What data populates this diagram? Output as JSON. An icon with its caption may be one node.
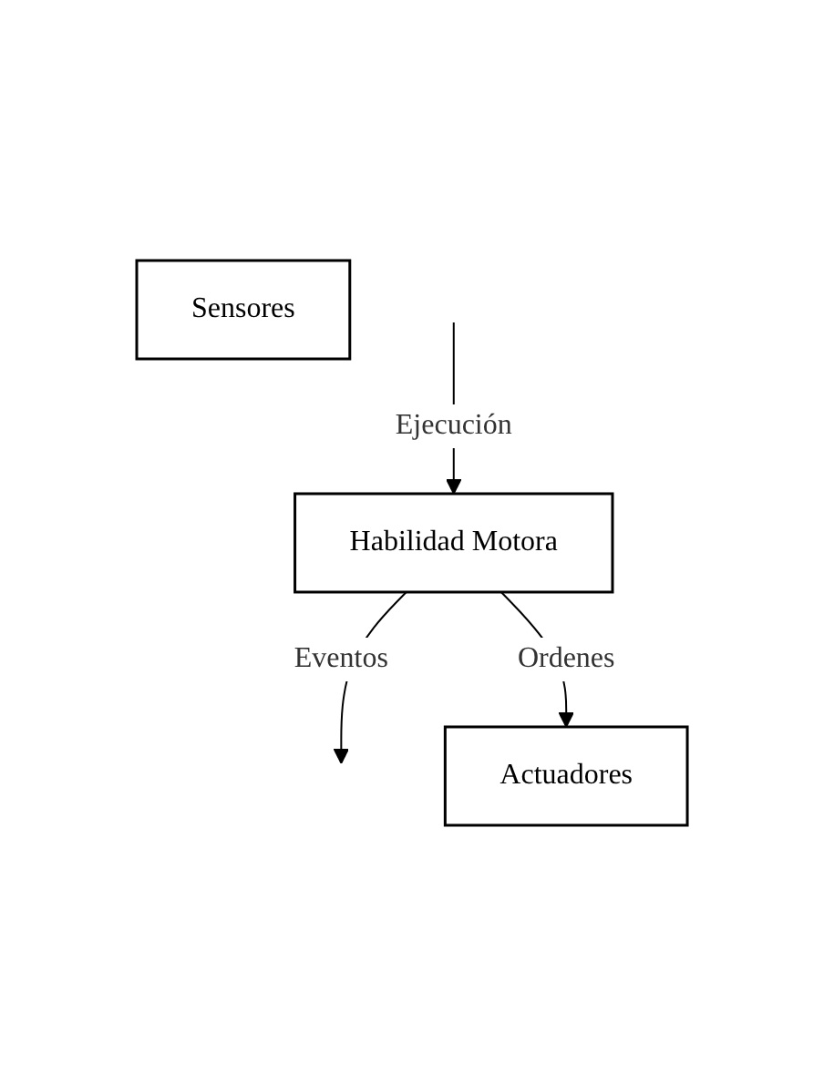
{
  "diagram": {
    "nodes": [
      {
        "text": [
          "Sensores"
        ]
      },
      {
        "text": [
          "Habilidad Motora"
        ]
      },
      {
        "text": [
          "Actuadores"
        ]
      }
    ],
    "edges": [
      {
        "from": null,
        "to": 1,
        "arrow": "to",
        "label": "Ejecución"
      },
      {
        "from": 1,
        "to": null,
        "arrow": "to",
        "label": "Eventos"
      },
      {
        "from": 1,
        "to": 2,
        "arrow": "to",
        "label": "Ordenes"
      }
    ]
  }
}
